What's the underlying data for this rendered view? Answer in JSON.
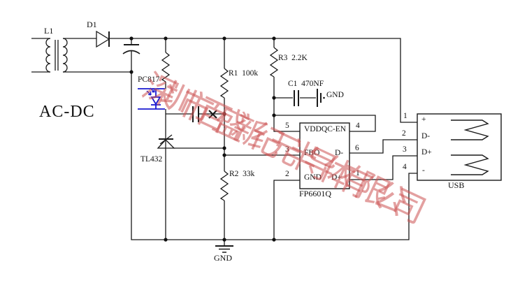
{
  "watermark": {
    "text": "深圳市百盛新纪元半导体有限公司",
    "color": "#cc5252"
  },
  "colors": {
    "wire": "#1a1a1a",
    "optocoupler_outline": "#1b1bd1",
    "background": "#ffffff"
  },
  "section_labels": {
    "ac_dc": "AC-DC"
  },
  "components": {
    "transformer": "L1",
    "diode": "D1",
    "optocoupler": "PC817",
    "shunt_regulator": "TL432",
    "r1": "R1  100k",
    "r2": "R2  33k",
    "r3": "R3  2.2K",
    "c1": "C1  470NF",
    "c1_gnd": "GND",
    "ground": "GND"
  },
  "chip": {
    "name": "FP6601Q",
    "pin_labels": {
      "en": "VDDQC-EN",
      "fbo": "FBO",
      "gnd": "GND",
      "dm": "D-",
      "dp": "D+"
    },
    "pin_numbers": {
      "p5": "5",
      "p4": "4",
      "p3": "3",
      "p6": "6",
      "p2": "2",
      "p1": "1"
    }
  },
  "usb": {
    "name": "USB",
    "pins": [
      {
        "num": "1",
        "label": "+"
      },
      {
        "num": "2",
        "label": "D-"
      },
      {
        "num": "3",
        "label": "D+"
      },
      {
        "num": "4",
        "label": "-"
      }
    ]
  }
}
